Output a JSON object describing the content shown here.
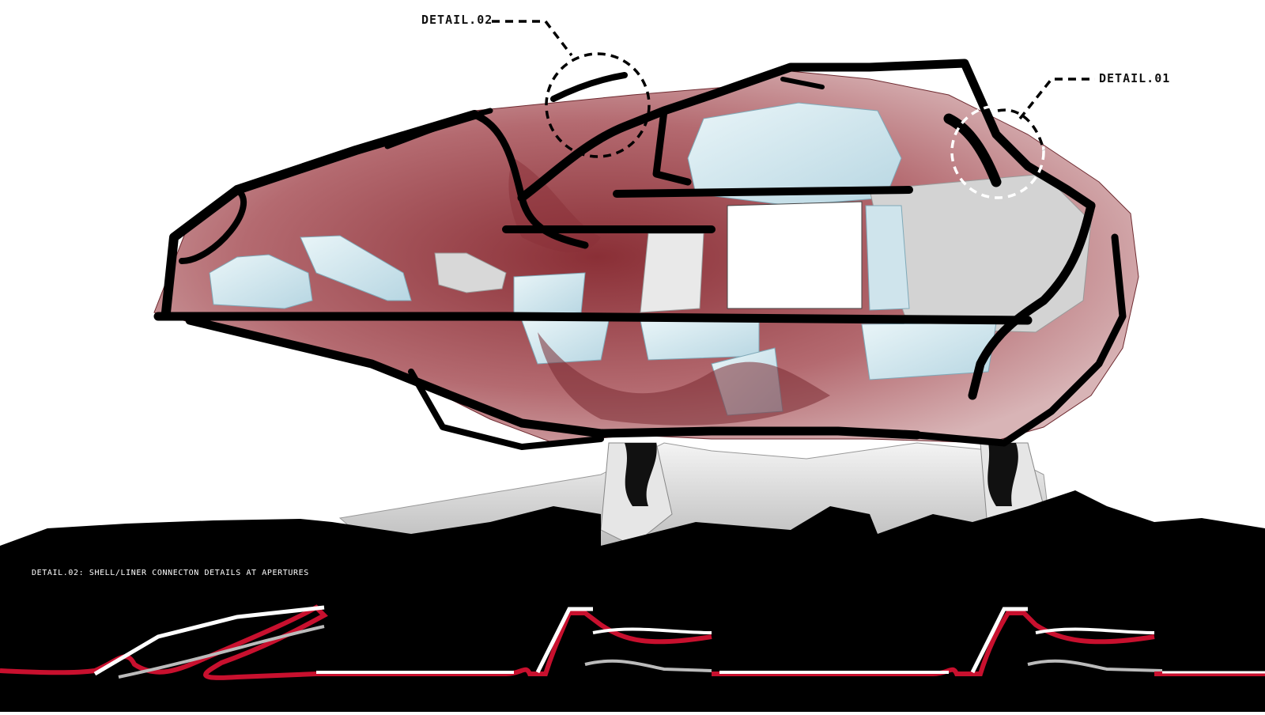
{
  "callouts": {
    "detail_01": "DETAIL.01",
    "detail_02": "DETAIL.02"
  },
  "caption": "DETAIL.02:  SHELL/LINER CONNECTON DETAILS AT APERTURES",
  "colors": {
    "shell_outline": "#000000",
    "liner_red": "#a8545c",
    "liner_dark": "#6e2a30",
    "glazing": "#cfe6ee",
    "ground": "#000000",
    "detail_red": "#c8102e",
    "structure_grey": "#d9d9d9"
  },
  "icons": {
    "detail_marker": "dashed-circle-icon"
  }
}
